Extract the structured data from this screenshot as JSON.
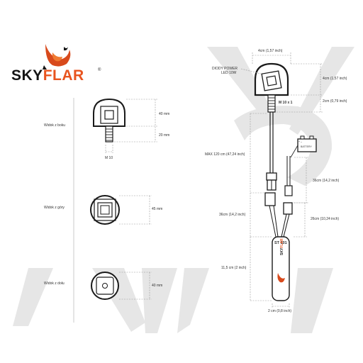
{
  "brand": {
    "sky": "SKY",
    "flar": "FLAR",
    "registered": "®",
    "accent": "#e8541f"
  },
  "views": {
    "side": {
      "caption": "Widok z boku",
      "dim_top": "40 mm",
      "dim_bottom": "20 mm",
      "thread": "M 10"
    },
    "top": {
      "caption": "Widok z góry",
      "dim": "45 mm"
    },
    "bottom": {
      "caption": "Widok z dołu",
      "dim": "40 mm"
    }
  },
  "product": {
    "top_width": "4cm (1,57 inch)",
    "diode_label_line1": "DIODY POWER",
    "diode_label_line2": "LED 10W",
    "head_height": "4cm (1,57 inch)",
    "stem_height": "2cm (0,79 inch)",
    "thread": "M 10 x 1",
    "battery_label": "BATTERY",
    "cable_length": "MAX 120 cm (47,24 inch)",
    "battery_lead_length": "36cm (14,2 inch)",
    "lower_lead_length": "36cm (14,2 inch)",
    "fork_length": "26cm (10,24 inch)",
    "module_model": "ST 101",
    "module_length": "11,5 cm (2 inch)",
    "module_width": "2 cm (0,8 inch)"
  }
}
